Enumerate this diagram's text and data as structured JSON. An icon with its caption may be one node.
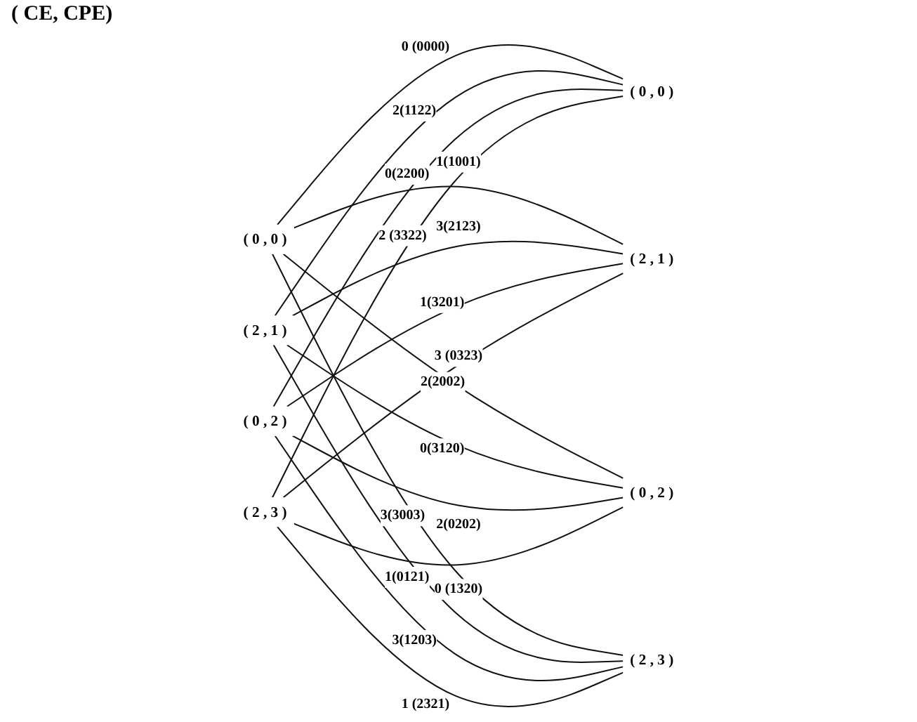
{
  "diagram": {
    "nodes": [
      {
        "text": [
          "( 0 , 0 )"
        ]
      },
      {
        "text": [
          "( 0 , 0 )"
        ]
      },
      {
        "text": [
          "( 2 , 1 )"
        ]
      },
      {
        "text": [
          "( 2 , 1 )"
        ]
      },
      {
        "text": [
          "( 0 , 2 )"
        ]
      },
      {
        "text": [
          "( 0 , 2 )"
        ]
      },
      {
        "text": [
          "( 2 , 3 )"
        ]
      },
      {
        "text": [
          "( 2 , 3 )"
        ]
      }
    ],
    "edges": [
      {
        "from": 0,
        "to": 1,
        "arrow": "none",
        "label": "0 (0000)"
      },
      {
        "from": 0,
        "to": 3,
        "arrow": "none",
        "label": "1(1001)"
      },
      {
        "from": 0,
        "to": 5,
        "arrow": "none",
        "label": "2(2002)"
      },
      {
        "from": 0,
        "to": 7,
        "arrow": "none",
        "label": "3(3003)"
      },
      {
        "from": 2,
        "to": 1,
        "arrow": "none",
        "label": "2(1122)"
      },
      {
        "from": 2,
        "to": 3,
        "arrow": "none",
        "label": "3(2123)"
      },
      {
        "from": 2,
        "to": 5,
        "arrow": "none",
        "label": "0(3120)"
      },
      {
        "from": 2,
        "to": 7,
        "arrow": "none",
        "label": "1(0121)"
      },
      {
        "from": 4,
        "to": 1,
        "arrow": "none",
        "label": "0(2200)"
      },
      {
        "from": 4,
        "to": 3,
        "arrow": "none",
        "label": "1(3201)"
      },
      {
        "from": 4,
        "to": 5,
        "arrow": "none",
        "label": "2(0202)"
      },
      {
        "from": 4,
        "to": 7,
        "arrow": "none",
        "label": "3(1203)"
      },
      {
        "from": 6,
        "to": 1,
        "arrow": "none",
        "label": "2 (3322)"
      },
      {
        "from": 6,
        "to": 3,
        "arrow": "none",
        "label": "3 (0323)"
      },
      {
        "from": 6,
        "to": 5,
        "arrow": "none",
        "label": "0 (1320)"
      },
      {
        "from": 6,
        "to": 7,
        "arrow": "none",
        "label": "1 (2321)"
      }
    ],
    "labels": [
      "( CE, CPE)"
    ]
  }
}
